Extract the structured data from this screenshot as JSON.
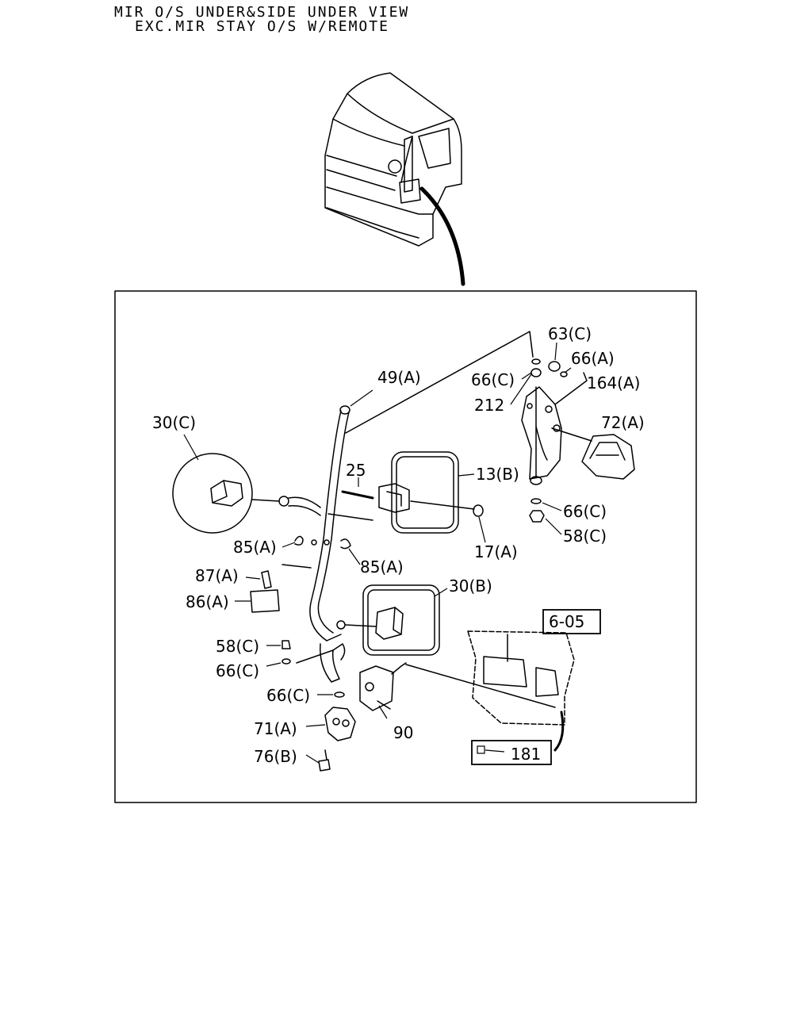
{
  "title": {
    "line1": "MIR O/S UNDER&SIDE UNDER VIEW",
    "line2": "EXC.MIR STAY O/S W/REMOTE"
  },
  "labels": {
    "l_63C": "63(C)",
    "l_66A": "66(A)",
    "l_66C_top": "66(C)",
    "l_164A": "164(A)",
    "l_212": "212",
    "l_72A": "72(A)",
    "l_49A": "49(A)",
    "l_30C": "30(C)",
    "l_25": "25",
    "l_13B": "13(B)",
    "l_66C_mid": "66(C)",
    "l_58C_mid": "58(C)",
    "l_17A": "17(A)",
    "l_85A_left": "85(A)",
    "l_85A_right": "85(A)",
    "l_87A": "87(A)",
    "l_86A": "86(A)",
    "l_30B": "30(B)",
    "l_605": "6-05",
    "l_58C_low": "58(C)",
    "l_66C_low": "66(C)",
    "l_66C_bot": "66(C)",
    "l_71A": "71(A)",
    "l_90": "90",
    "l_76B": "76(B)",
    "l_181": "181"
  }
}
